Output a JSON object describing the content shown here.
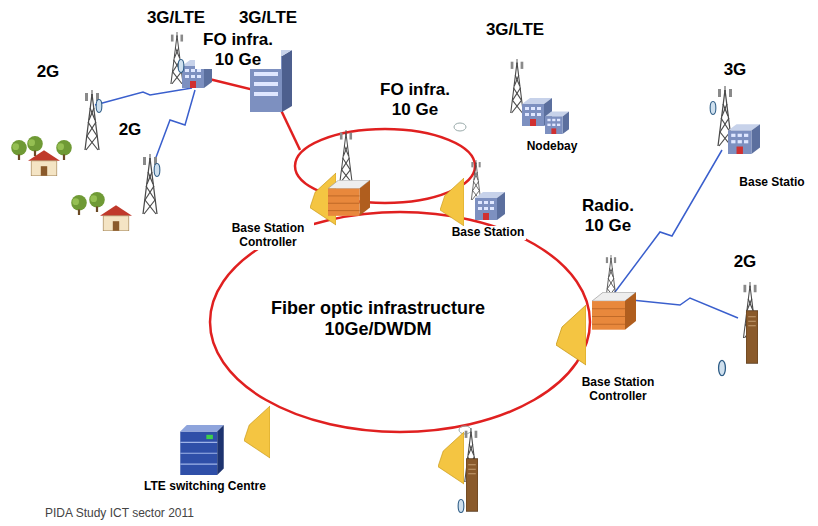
{
  "diagram": {
    "caption": "PIDA Study ICT sector 2011",
    "labels": [
      "3G/LTE",
      "3G/LTE",
      "FO infra. 10 Ge",
      "3G/LTE",
      "2G",
      "2G",
      "FO infra. 10 Ge",
      "Nodebay",
      "3G",
      "Base Station Controller",
      "Base Station",
      "Radio. 10 Ge",
      "Base Statio",
      "2G",
      "Fiber optic infrastructure 10Ge/DWDM",
      "Base Station Controller",
      "LTE switching Centre"
    ]
  }
}
